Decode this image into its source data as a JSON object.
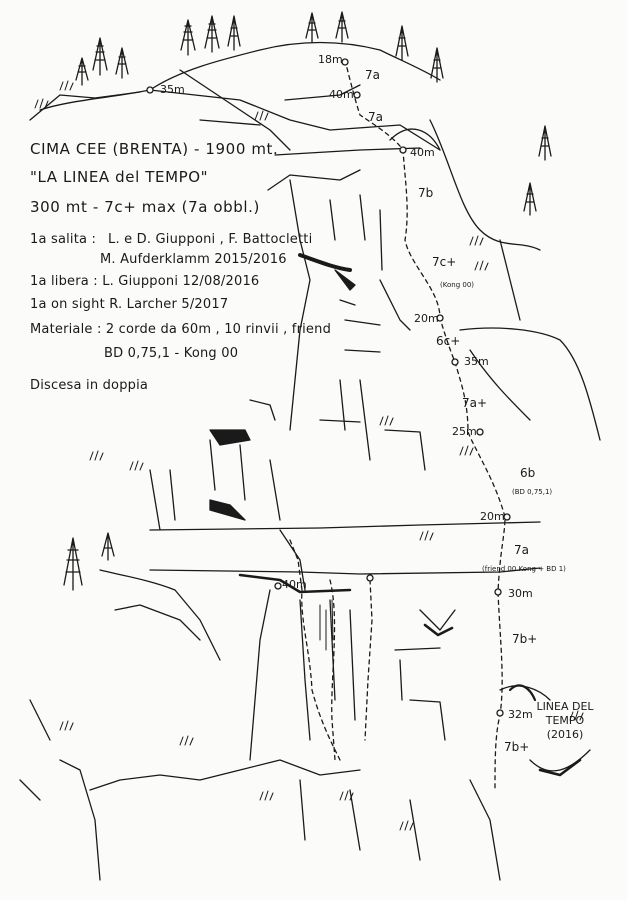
{
  "info": {
    "title": "CIMA CEE (BRENTA) - 1900 mt.",
    "route_quote": "\"LA LINEA del TEMPO\"",
    "length_grade": "300 mt - 7c+ max (7a obbl.)",
    "first_ascent_label": "1a salita :",
    "first_ascent_1": "L. e D. Giupponi , F. Battocletti",
    "first_ascent_2": "M. Aufderklamm 2015/2016",
    "first_free": "1a libera : L. Giupponi   12/08/2016",
    "onsight": "1a on sight R. Larcher 5/2017",
    "material_1": "Materiale : 2 corde da 60m , 10 rinvii , friend",
    "material_2": "BD 0,75,1 - Kong 00",
    "descent": "Discesa in doppia"
  },
  "route": {
    "name_line1": "LINEA DEL",
    "name_line2": "TEMPO",
    "name_year": "(2016)",
    "labels": [
      {
        "text": "18m",
        "kind": "len"
      },
      {
        "text": "7a",
        "kind": "grade"
      },
      {
        "text": "40m",
        "kind": "len"
      },
      {
        "text": "7a",
        "kind": "grade"
      },
      {
        "text": "35m",
        "kind": "len"
      },
      {
        "text": "40m",
        "kind": "len"
      },
      {
        "text": "7b",
        "kind": "grade"
      },
      {
        "text": "7c+",
        "kind": "grade"
      },
      {
        "text": "(Kong 00)",
        "kind": "note"
      },
      {
        "text": "20m",
        "kind": "len"
      },
      {
        "text": "6c+",
        "kind": "grade"
      },
      {
        "text": "35m",
        "kind": "len"
      },
      {
        "text": "7a+",
        "kind": "grade"
      },
      {
        "text": "25m",
        "kind": "len"
      },
      {
        "text": "6b",
        "kind": "grade"
      },
      {
        "text": "(BD 0,75,1)",
        "kind": "note"
      },
      {
        "text": "20m",
        "kind": "len"
      },
      {
        "text": "7a",
        "kind": "grade"
      },
      {
        "text": "(friend 00 Kong + BD 1)",
        "kind": "note"
      },
      {
        "text": "30m",
        "kind": "len"
      },
      {
        "text": "7b+",
        "kind": "grade"
      },
      {
        "text": "32m",
        "kind": "len"
      },
      {
        "text": "7b+",
        "kind": "grade"
      },
      {
        "text": "40m",
        "kind": "len"
      }
    ]
  },
  "colors": {
    "ink": "#1a1a1a",
    "paper": "#fbfbfa"
  }
}
